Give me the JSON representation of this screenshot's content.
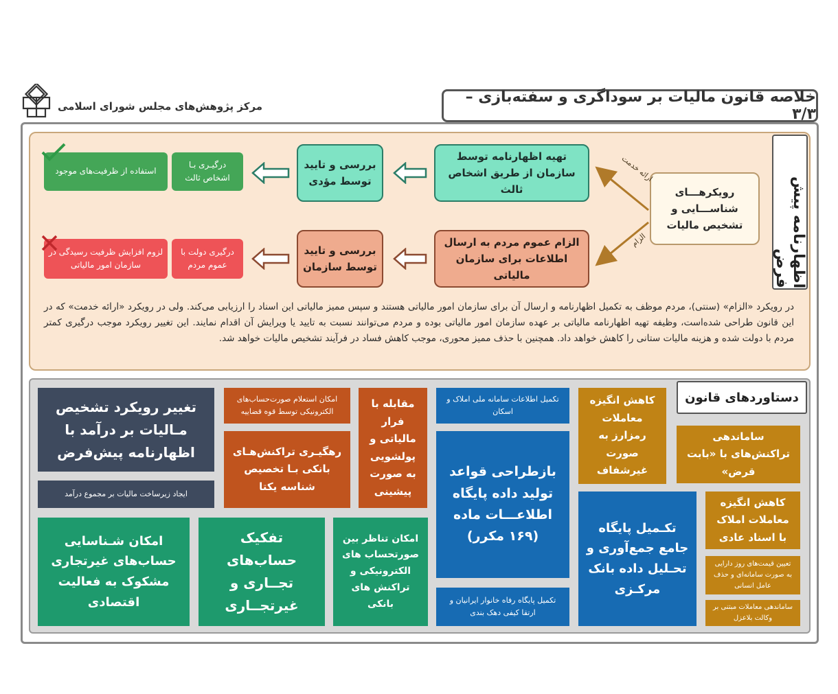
{
  "header": {
    "title": "خلاصه قانون مالیات بر سوداگری و سفته‌بازی – ۳/۳",
    "org_name": "مرکز پژوهش‌های مجلس شورای اسلامی"
  },
  "top_section": {
    "side_title": "اظهارنامه پیش فرض",
    "origin_box": "رویکرهـــای شناســـایی و تشخیص مالیات",
    "arrow_labels": {
      "upper": "ارائه خدمت",
      "lower": "الزام"
    },
    "upper_flow": {
      "step1": "تهیه اظهارنامه توسط سازمان از طریق اشخاص ثالث",
      "step2": "بررسی و تایید توسط مؤدی",
      "step3": "درگیـری بـا اشخاص ثالث",
      "result": "استفاده از ظرفیت‌های موجود"
    },
    "lower_flow": {
      "step1": "الزام عموم مردم به ارسال اطلاعات برای سازمان مالیاتی",
      "step2": "بررسی و تایید توسط سازمان",
      "step3": "درگیری دولت با عموم مردم",
      "result": "لزوم افزایش ظرفیت رسیدگی در سازمان امور مالیاتی"
    },
    "paragraph": "در رویکرد «الزام» (سنتی)، مردم موظف به تکمیل اظهارنامه و ارسال آن برای سازمان امور مالیاتی هستند و سپس ممیز مالیاتی این اسناد را ارزیابی می‌کند. ولی در رویکرد «ارائه خدمت» که در این قانون طراحی شده‌است، وظیفه تهیه اظهارنامه مالیاتی بر عهده سازمان امور مالیاتی بوده و مردم می‌توانند نسبت به تایید یا ویرایش آن اقدام نمایند. این تغییر رویکرد موجب درگیری کمتر مردم با دولت شده و هزینه مالیات ستانی را کاهش خواهد داد. همچنین با حذف ممیز محوری، موجب کاهش فساد در فرآیند تشخیص مالیات خواهد شد."
  },
  "achievements": {
    "title": "دستاوردهای قانون",
    "tiles": {
      "navy_main": "تغییر رویکرد تشخیص مـالیات بر درآمد با اظهارنامه پیش‌فرض",
      "navy_sub": "ایجاد زیرساخت مالیات بر مجموع درآمد",
      "orange_top": "امکان استعلام صورت‌حساب‌های الکترونیکی توسط قوه قضاییه",
      "orange_mid": "رهگیـری تراکنش‌هـای بانکی بـا تخصیص شناسه یکتا",
      "orange_tall": "مقابله با فرار مالیاتی و پولشویی به صورت پیشینی",
      "blue_top": "تکمیل اطلاعات سامانه ملی املاک و اسکان",
      "blue_main": "بازطراحی قواعد تولید داده پایگاه اطلاعـــات ماده (۱۶۹ مکرر)",
      "blue_bottom": "تکمیل پایگاه رفاه خانوار ایرانیان و ارتقا کیفی دهک بندی",
      "blue_center": "تکـمیل پایگاه جامع جمع‌آوری و تحـلیل داده بانک مرکـزی",
      "gold_1": "کاهش انگیزه معاملات رمزارز به صورت غیرشفاف",
      "gold_2": "ساماندهی تراکنش‌های با «بابت قرض»",
      "gold_3": "کاهش انگیزه معاملات املاک با اسناد عادی",
      "gold_4": "تعیین قیمت‌های روز دارایی به صورت سامانه‌ای و حذف عامل انسانی",
      "gold_5": "ساماندهی معاملات مبتنی بر وکالت بلاعزل",
      "green_1": "امکان شـناسایی حساب‌های غیرتجاری مشکوک به فعالیت اقتصادی",
      "green_2": "تفکیک حساب‌های تجــاری و غیرتجــاری",
      "green_3": "امکان تناظر بین صورتحساب های الکترونیکی و تراکنش های بانکی"
    }
  },
  "colors": {
    "teal": "#7fe3c4",
    "salmon": "#efab8e",
    "navy": "#3e4a5e",
    "orange": "#c0541e",
    "blue": "#176bb3",
    "gold": "#c08315",
    "green": "#1e9a6d",
    "result_green": "#44a657",
    "result_red": "#ee5357"
  },
  "icons": [
    "logo-icon",
    "check-icon",
    "cross-icon",
    "arrow-left-icon"
  ]
}
